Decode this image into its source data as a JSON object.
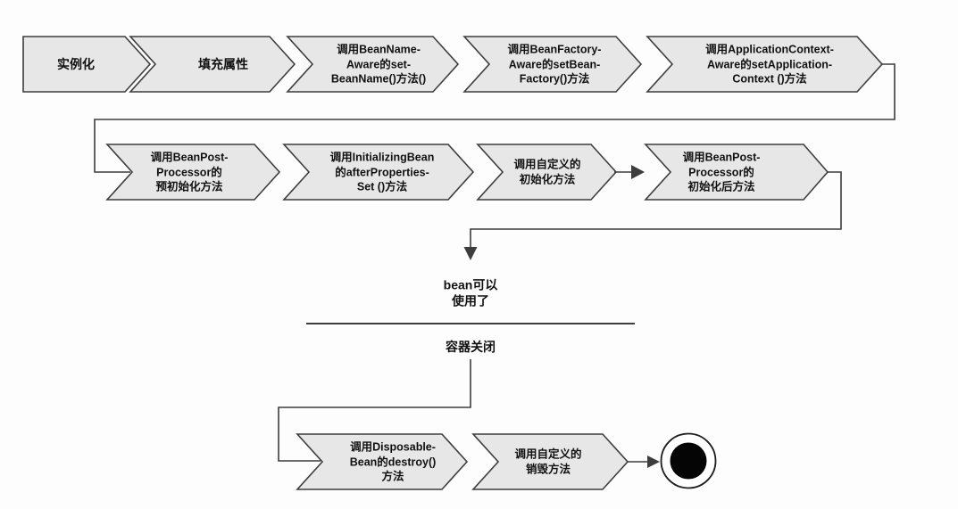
{
  "colors": {
    "shape_fill": "#e7e7e7",
    "shape_stroke": "#3d3d3d",
    "line_color": "#3d3d3d",
    "end_state_fill": "#050505",
    "background": "#fdfdfd"
  },
  "flow": {
    "row1_steps": [
      "实例化",
      "填充属性",
      "调用BeanName-\nAware的set-\nBeanName()方法()",
      "调用BeanFactory-\nAware的setBean-\nFactory()方法",
      "调用ApplicationContext-\nAware的setApplication-\nContext ()方法"
    ],
    "row2_steps": [
      "调用BeanPost-\nProcessor的\n预初始化方法",
      "调用InitializingBean\n的afterProperties-\nSet ()方法",
      "调用自定义的\n初始化方法",
      "调用BeanPost-\nProcessor的\n初始化后方法"
    ],
    "ready_label": "bean可以\n使用了",
    "container_close_label": "容器关闭",
    "row3_steps": [
      "调用Disposable-\nBean的destroy()\n方法",
      "调用自定义的\n销毁方法"
    ],
    "end_state_icon": "final-state-circle"
  }
}
